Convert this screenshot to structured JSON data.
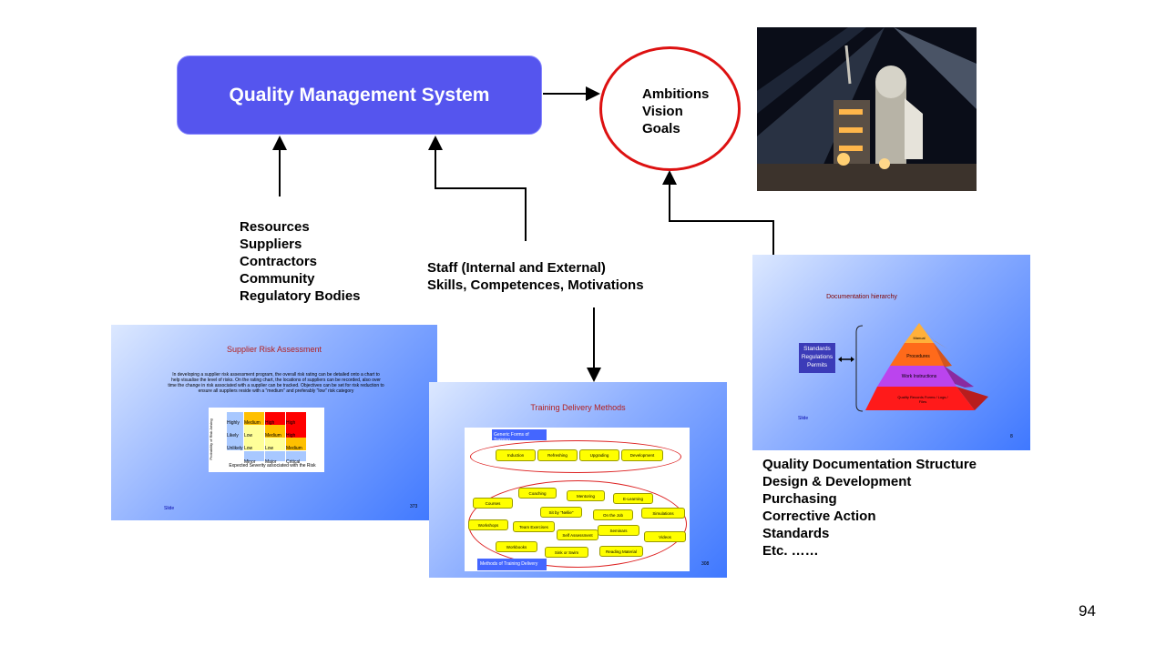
{
  "qms_title": "Quality Management System",
  "goals": {
    "items": [
      "Ambitions",
      "Vision",
      "Goals"
    ]
  },
  "inputs_left": [
    "Resources",
    "Suppliers",
    "Contractors",
    "Community",
    "Regulatory Bodies"
  ],
  "staff": {
    "line1": "Staff (Internal and External)",
    "line2": "Skills, Competences, Motivations"
  },
  "doc_list": [
    "Quality Documentation Structure",
    "Design & Development",
    "Purchasing",
    "Corrective Action",
    "Standards",
    "Etc. ……"
  ],
  "page_number": "94",
  "slide_supplier": {
    "title": "Supplier Risk Assessment",
    "paragraph": "In developing a supplier risk assessment program, the overall risk rating can be detailed onto a chart to help visualise the level of risks. On the rating chart, the locations of suppliers can be recorded, also over time the change in risk associated with a supplier can be tracked. Objectives can be set for risk reduction to ensure all suppliers reside with a \"medium\" and preferably \"low\" risk category",
    "y_axis_label": "Probability of Risk Arising",
    "x_axis_label": "Expected Severity associated with the Risk",
    "row_labels": [
      "Highly Likely",
      "Likely",
      "Unlikely"
    ],
    "col_labels": [
      "Minor",
      "Major",
      "Critical"
    ],
    "cells": [
      [
        "Medium",
        "High",
        "High"
      ],
      [
        "Low",
        "Medium",
        "High"
      ],
      [
        "Low",
        "Low",
        "Medium"
      ]
    ],
    "footer_left": "Slide",
    "footer_right": "373"
  },
  "slide_training": {
    "title": "Training Delivery Methods",
    "generic_label": "Generic Forms of Training",
    "generic_items": [
      "Induction",
      "Refreshing",
      "Upgrading",
      "Development"
    ],
    "methods_label": "Methods of Training Delivery",
    "methods_items": [
      "Coaching",
      "Mentoring",
      "E-Learning",
      "Courses",
      "Sit by \"Nellie\"",
      "On the Job",
      "Simulations",
      "Workshops",
      "Team Exercises",
      "Self Assessment",
      "Seminars",
      "Videos",
      "Workbooks",
      "Sink or Swim",
      "Reading Material"
    ],
    "footer_right": "308"
  },
  "slide_docs": {
    "title": "Documentation hierarchy",
    "box_lines": [
      "Standards",
      "Regulations",
      "Permits"
    ],
    "levels": [
      "Manual",
      "Procedures",
      "Work Instructions",
      "Quality Records Forms / Logs / Files"
    ],
    "footer_left": "Slide",
    "footer_right": "8"
  }
}
